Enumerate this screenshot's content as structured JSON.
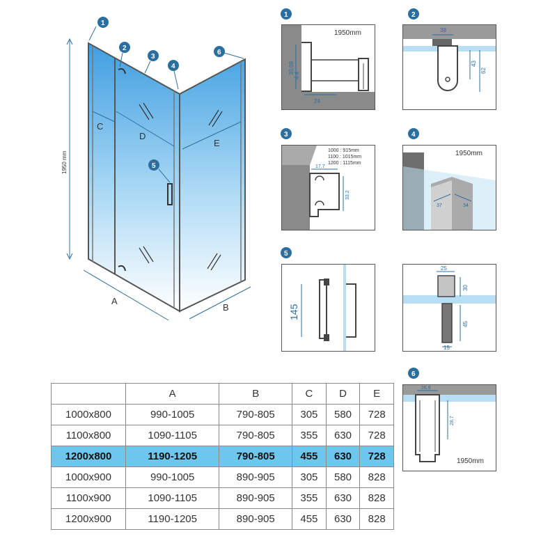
{
  "badges": [
    "1",
    "2",
    "3",
    "4",
    "5",
    "6"
  ],
  "main": {
    "height_label": "1950 mm",
    "letters": {
      "a": "A",
      "b": "B",
      "c": "C",
      "d": "D",
      "e": "E"
    }
  },
  "details": {
    "p1": {
      "height": "1950mm",
      "dims": [
        "30.08",
        "4.4",
        "24"
      ]
    },
    "p2": {
      "dims": [
        "38",
        "43",
        "62"
      ]
    },
    "p3": {
      "sizes": [
        "1000 : 915mm",
        "1100 : 1015mm",
        "1200 : 1115mm"
      ],
      "dims": [
        "17.7",
        "33.2"
      ]
    },
    "p4": {
      "height": "1950mm",
      "dims": [
        "37",
        "34"
      ]
    },
    "p5": {
      "dims": [
        "145"
      ]
    },
    "p5b": {
      "dims": [
        "25",
        "30",
        "45",
        "15"
      ]
    },
    "p6": {
      "height": "1950mm",
      "dims": [
        "26.9",
        "28.7"
      ]
    }
  },
  "table": {
    "headers": [
      "",
      "A",
      "B",
      "C",
      "D",
      "E"
    ],
    "rows": [
      {
        "cells": [
          "1000x800",
          "990-1005",
          "790-805",
          "305",
          "580",
          "728"
        ],
        "highlight": false
      },
      {
        "cells": [
          "1100x800",
          "1090-1105",
          "790-805",
          "355",
          "630",
          "728"
        ],
        "highlight": false
      },
      {
        "cells": [
          "1200x800",
          "1190-1205",
          "790-805",
          "455",
          "630",
          "728"
        ],
        "highlight": true
      },
      {
        "cells": [
          "1000x900",
          "990-1005",
          "890-905",
          "305",
          "580",
          "828"
        ],
        "highlight": false
      },
      {
        "cells": [
          "1100x900",
          "1090-1105",
          "890-905",
          "355",
          "630",
          "828"
        ],
        "highlight": false
      },
      {
        "cells": [
          "1200x900",
          "1190-1205",
          "890-905",
          "455",
          "630",
          "828"
        ],
        "highlight": false
      }
    ]
  }
}
